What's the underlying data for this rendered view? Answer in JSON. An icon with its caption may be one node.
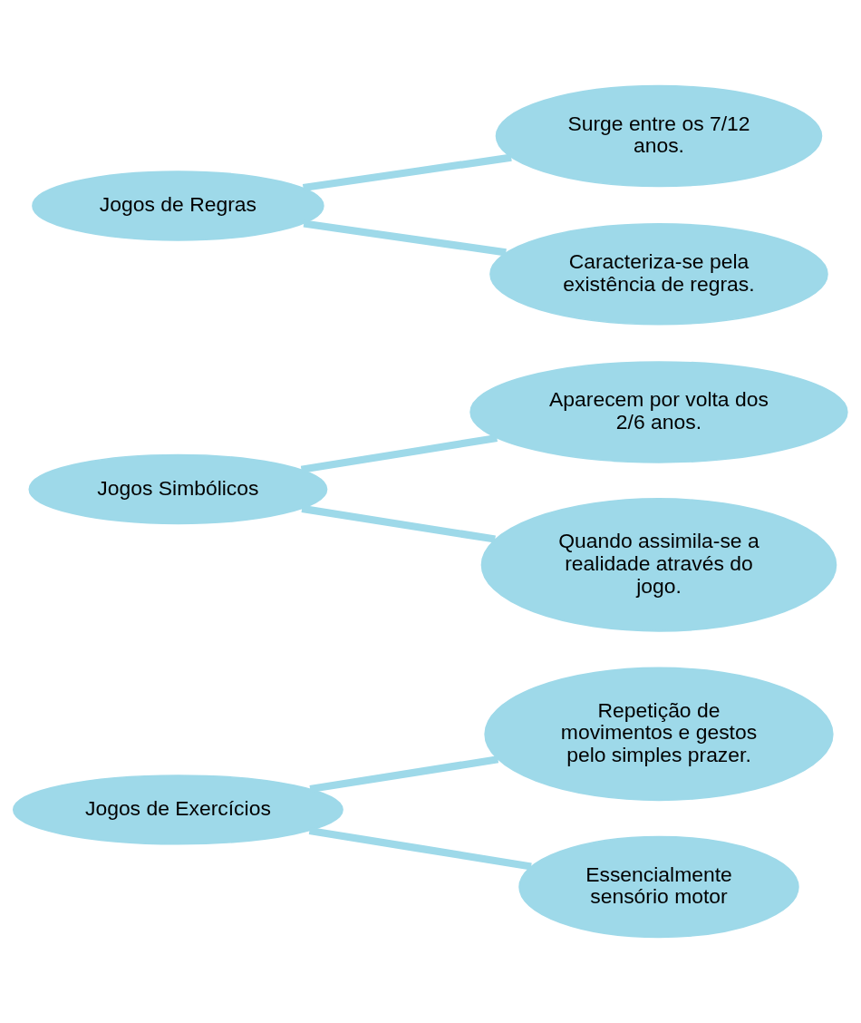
{
  "diagram": {
    "nodes": [
      {
        "text": [
          "Jogos de Exercícios"
        ]
      },
      {
        "text": [
          "Repetição de movimentos e gestos pelo simples prazer."
        ]
      },
      {
        "text": [
          "Essencialmente sensório motor"
        ]
      },
      {
        "text": [
          "Jogos Simbólicos"
        ]
      },
      {
        "text": [
          "Aparecem por volta dos 2/6 anos."
        ]
      },
      {
        "text": [
          "Quando assimila-se a realidade através do jogo."
        ]
      },
      {
        "text": [
          "Jogos de Regras"
        ]
      },
      {
        "text": [
          "Surge entre os 7/12 anos."
        ]
      },
      {
        "text": [
          "Caracteriza-se pela existência de regras."
        ]
      }
    ],
    "edges": [
      {
        "from": 0,
        "to": 1,
        "arrow": "none"
      },
      {
        "from": 0,
        "to": 2,
        "arrow": "none"
      },
      {
        "from": 3,
        "to": 4,
        "arrow": "none"
      },
      {
        "from": 3,
        "to": 5,
        "arrow": "none"
      },
      {
        "from": 6,
        "to": 7,
        "arrow": "none"
      },
      {
        "from": 6,
        "to": 8,
        "arrow": "none"
      }
    ]
  }
}
